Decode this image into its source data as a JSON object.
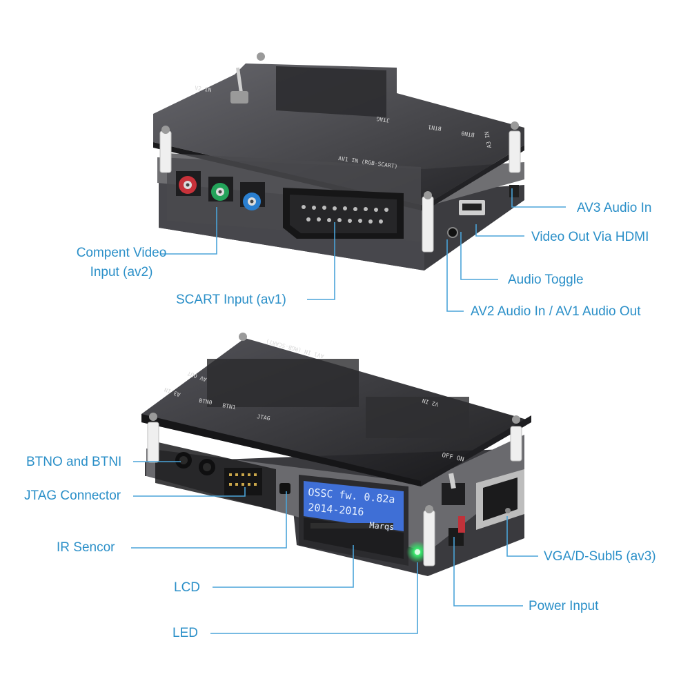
{
  "labels": {
    "component_video": "Compent Video\nInput (av2)",
    "scart_input": "SCART Input (av1)",
    "av3_audio_in": "AV3 Audio In",
    "video_out_hdmi": "Video Out Via HDMI",
    "audio_toggle": "Audio Toggle",
    "av2_audio_in": "AV2 Audio In / AV1 Audio Out",
    "btn0_btn1": "BTNO and BTNI",
    "jtag_connector": "JTAG Connector",
    "ir_sensor": "IR  Sencor",
    "lcd": "LCD",
    "led": "LED",
    "vga_input": "VGA/D-Subl5 (av3)",
    "power_input": "Power Input"
  },
  "board_markings": {
    "v2_in_top": "V2 IN",
    "av1_in": "AV1 IN (RGB-SCART)",
    "jtag": "JTAG",
    "btn1": "BTN1",
    "btn0": "BTN0",
    "a3_in": "A3 IN",
    "v2_in_bottom": "V2 IN",
    "jtag_bottom": "JTAG",
    "btn0_bottom": "BTN0",
    "btn1_bottom": "BTN1",
    "off_on": "OFF  ON",
    "a3_in_bottom": "A3 IN",
    "av_out": "AV OUT"
  },
  "lcd_screen": {
    "line1": "OSSC fw. 0.82a",
    "line2_left": "2014-2016",
    "line2_right": "Marqs"
  },
  "colors": {
    "label_text": "#2a8fc8",
    "leader_line": "#4aa3d8",
    "acrylic": "#2b2b2e",
    "lcd_background": "#3f6fd6",
    "led_green": "#37e06a"
  }
}
